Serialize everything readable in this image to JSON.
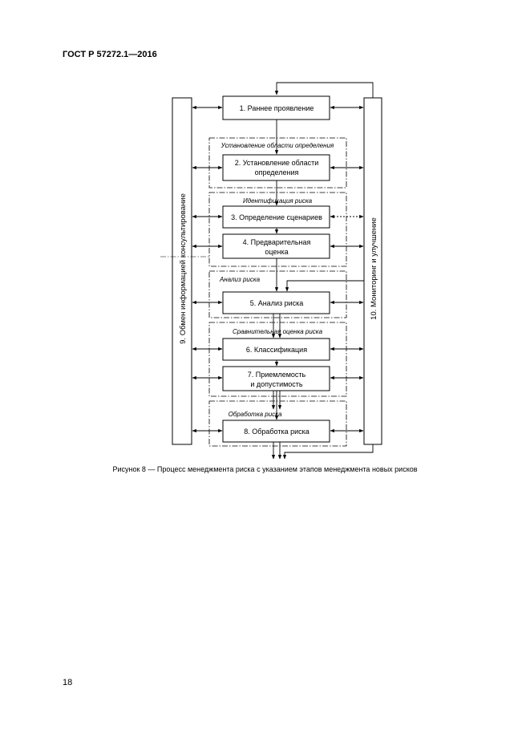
{
  "header": {
    "title": "ГОСТ Р 57272.1—2016"
  },
  "page_number": "18",
  "caption": "Рисунок 8 — Процесс менеджмента риска с указанием этапов менеджмента новых рисков",
  "side_left_label": "9. Обмен информацией консультирование",
  "side_right_label": "10. Мониторинг и улучшение",
  "boxes": {
    "b1": [
      "1. Раннее проявление"
    ],
    "b2": [
      "2. Установление области",
      "определения"
    ],
    "b3": [
      "3. Определение сценариев"
    ],
    "b4": [
      "4. Предварительная",
      "оценка"
    ],
    "b5": [
      "5. Анализ риска"
    ],
    "b6": [
      "6. Классификация"
    ],
    "b7": [
      "7. Приемлемость",
      "и допустимость"
    ],
    "b8": [
      "8. Обработка риска"
    ]
  },
  "stages": {
    "s1": "Установление области определения",
    "s2": "Идентификация риска",
    "s3": "Анализ риска",
    "s4": "Сравнительная оценка риска",
    "s5": "Обработка риска"
  }
}
